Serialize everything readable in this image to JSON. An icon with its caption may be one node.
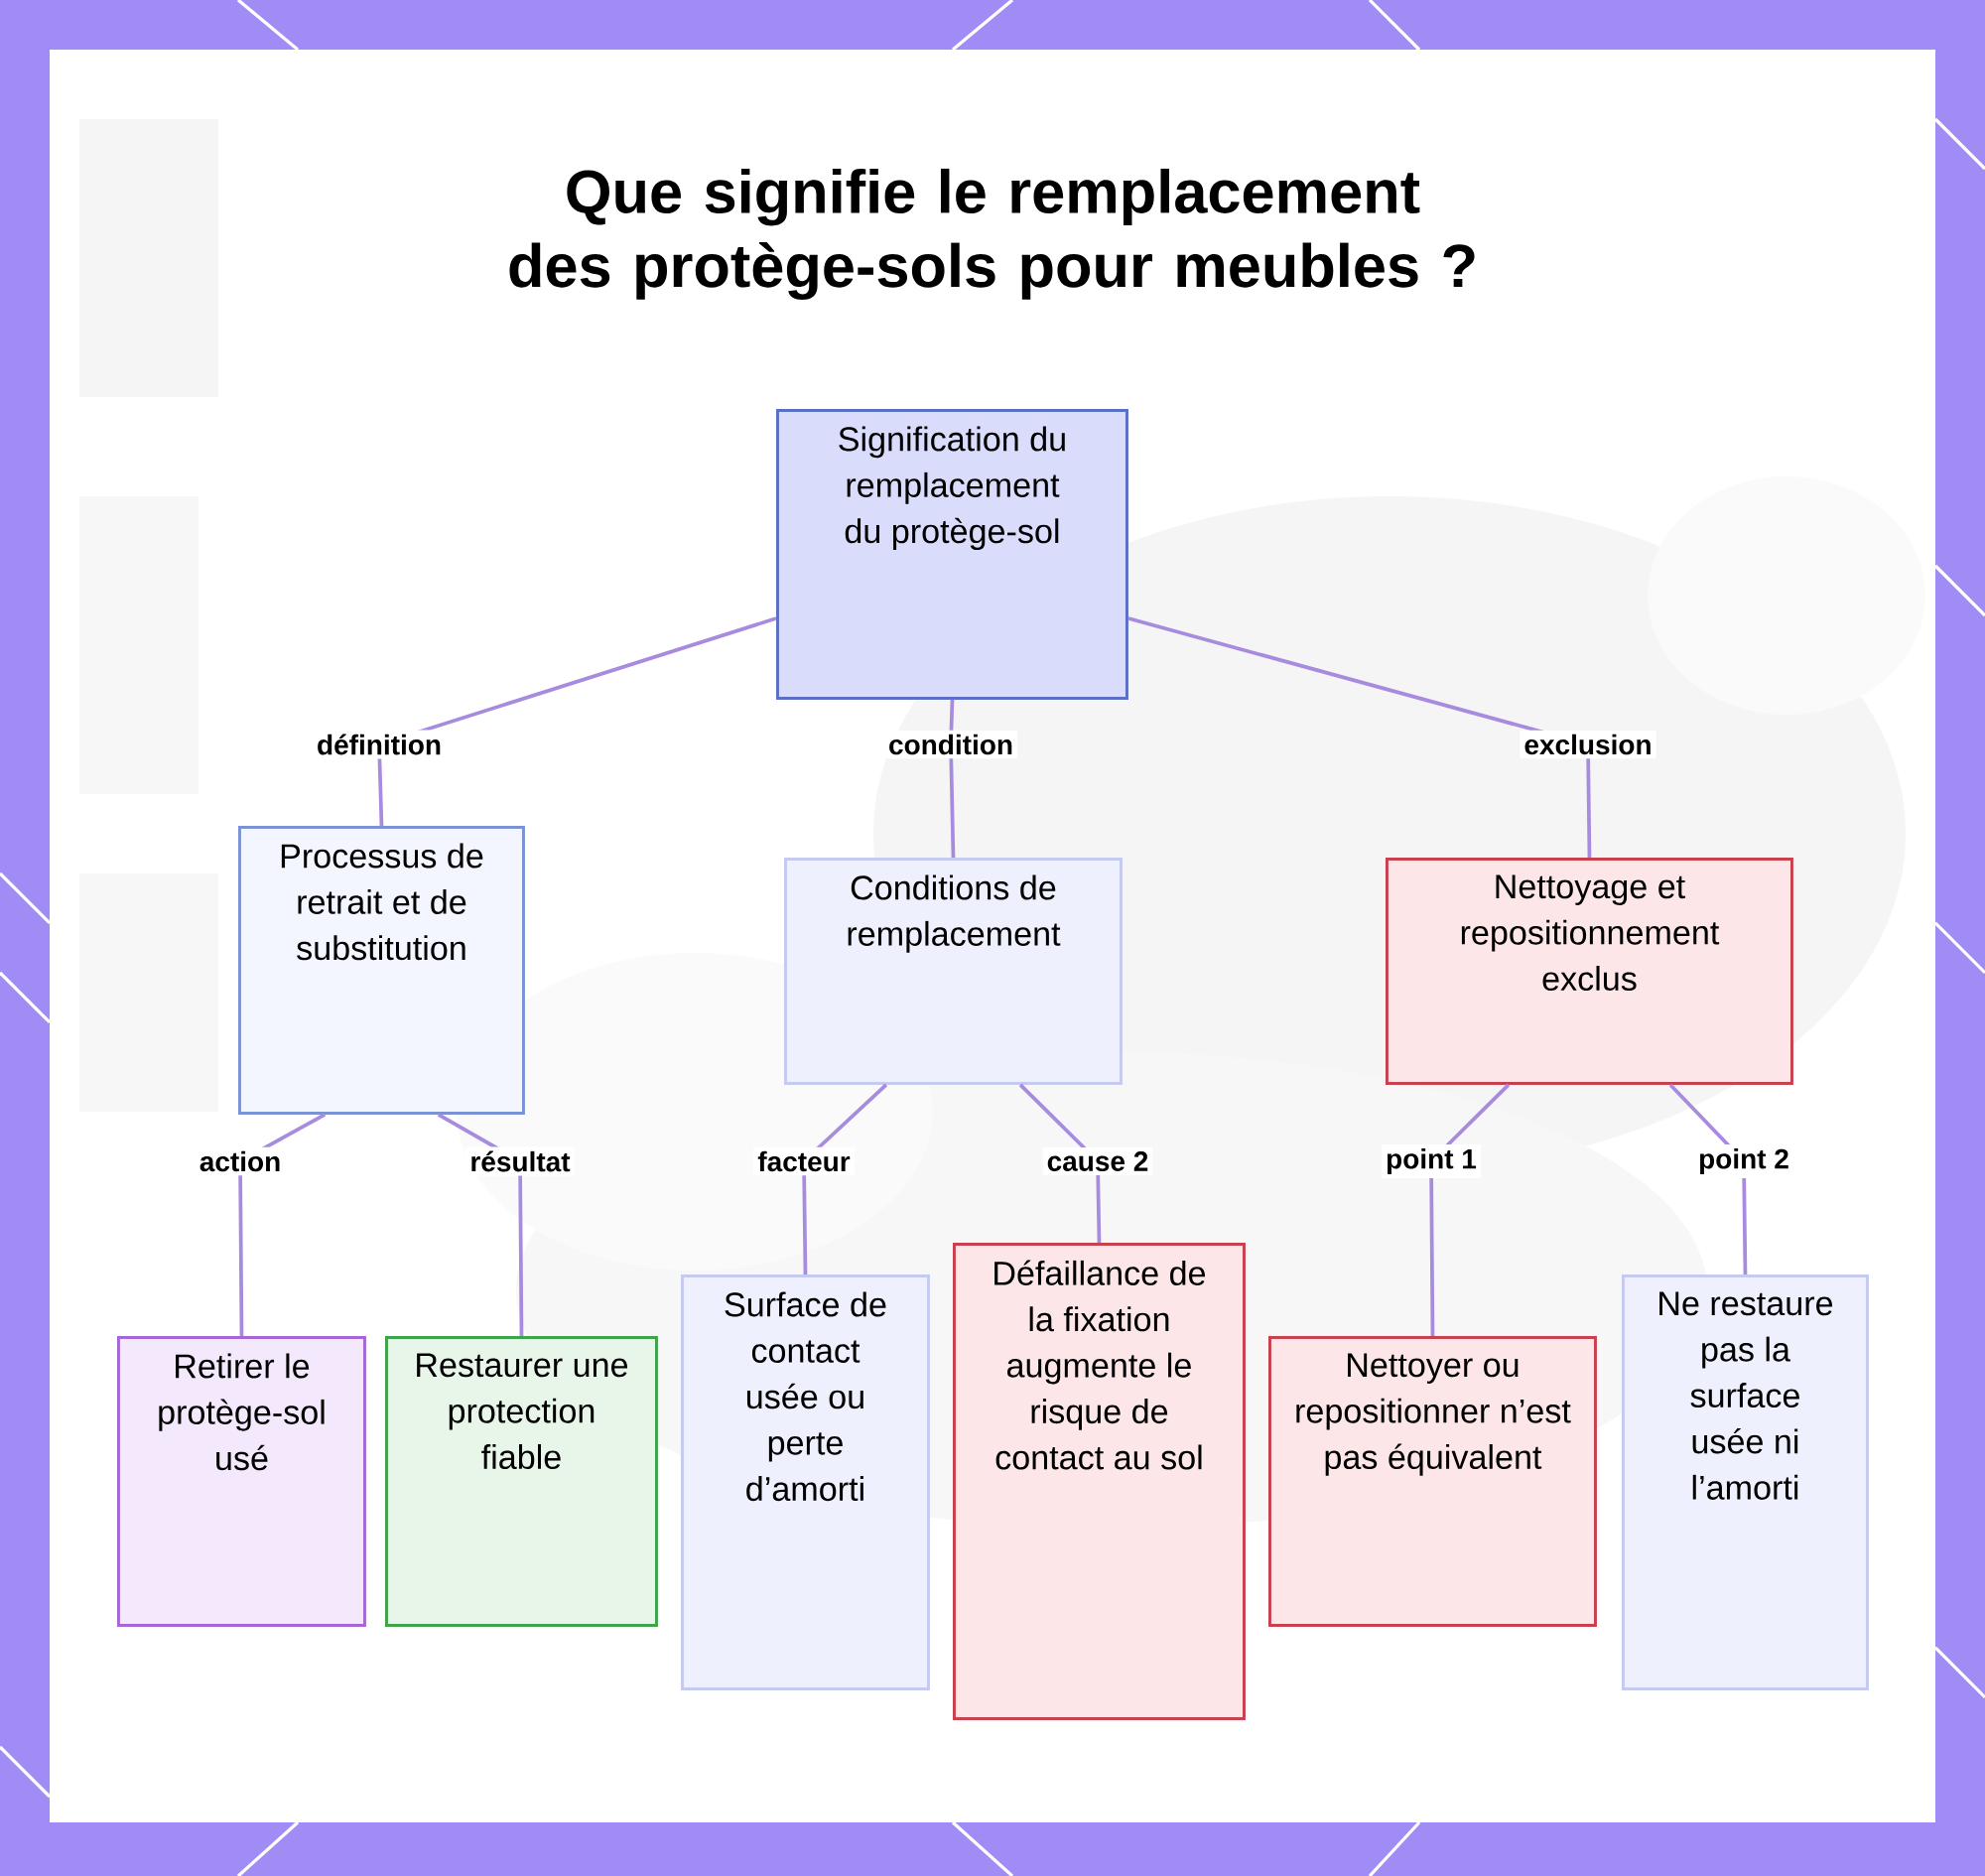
{
  "diagram": {
    "title": "Que signifie le remplacement des protège-sols pour meubles ?",
    "nodes": [
      {
        "text": [
          "Signification du remplacement du protège-sol"
        ]
      },
      {
        "text": [
          "Processus de retrait et de substitution"
        ]
      },
      {
        "text": [
          "Conditions de remplacement"
        ]
      },
      {
        "text": [
          "Nettoyage et repositionnement exclus"
        ]
      },
      {
        "text": [
          "Retirer le protège-sol usé"
        ]
      },
      {
        "text": [
          "Restaurer une protection fiable"
        ]
      },
      {
        "text": [
          "Surface de contact usée ou perte d’amorti"
        ]
      },
      {
        "text": [
          "Défaillance de la fixation augmente le risque de contact au sol"
        ]
      },
      {
        "text": [
          "Nettoyer ou repositionner n’est pas équivalent"
        ]
      },
      {
        "text": [
          "Ne restaure pas la surface usée ni l’amorti"
        ]
      }
    ],
    "edges": [
      {
        "from": 0,
        "to": 1,
        "arrow": "none",
        "label": "définition"
      },
      {
        "from": 0,
        "to": 2,
        "arrow": "none",
        "label": "condition"
      },
      {
        "from": 0,
        "to": 3,
        "arrow": "none",
        "label": "exclusion"
      },
      {
        "from": 1,
        "to": 4,
        "arrow": "none",
        "label": "action"
      },
      {
        "from": 1,
        "to": 5,
        "arrow": "none",
        "label": "résultat"
      },
      {
        "from": 2,
        "to": 6,
        "arrow": "none",
        "label": "facteur"
      },
      {
        "from": 2,
        "to": 7,
        "arrow": "none",
        "label": "cause 2"
      },
      {
        "from": 3,
        "to": 8,
        "arrow": "none",
        "label": "point 1"
      },
      {
        "from": 3,
        "to": 9,
        "arrow": "none",
        "label": "point 2"
      }
    ]
  }
}
